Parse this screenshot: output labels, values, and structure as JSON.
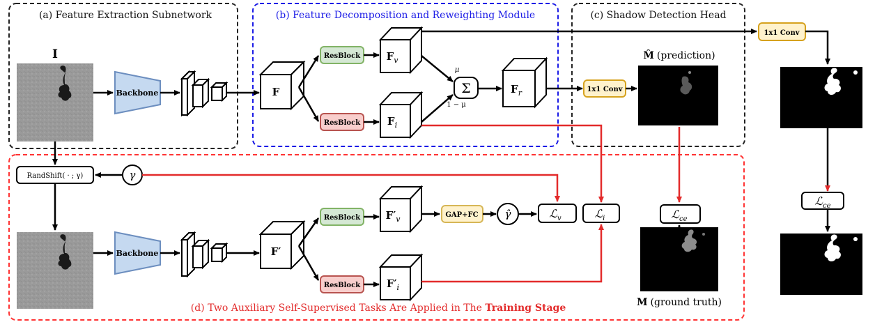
{
  "panels": {
    "a_title": "(a) Feature Extraction Subnetwork",
    "b_title": "(b) Feature Decomposition and Reweighting Module",
    "c_title": "(c) Shadow Detection Head",
    "d_title_prefix": "(d) Two Auxiliary Self-Supervised Tasks Are Applied in The ",
    "d_title_bold": "Training Stage"
  },
  "labels": {
    "input_I": "I",
    "backbone": "Backbone",
    "resblock": "ResBlock",
    "conv1x1": "1x1 Conv",
    "gap_fc": "GAP+FC",
    "randshift": "RandShift( · ; γ)",
    "gamma": "γ",
    "gamma_hat": "γ̂",
    "sum": "Σ",
    "mu": "μ",
    "one_minus_mu": "1 − μ",
    "F": "F",
    "Fv": "F",
    "Fv_sub": "v",
    "Fi": "F",
    "Fi_sub": "i",
    "Fr": "F",
    "Fr_sub": "r",
    "Fp": "F′",
    "Fpv": "F′",
    "Fpv_sub": "v",
    "Fpi": "F′",
    "Fpi_sub": "i",
    "loss_v": "ℒ",
    "loss_v_sub": "v",
    "loss_i": "ℒ",
    "loss_i_sub": "i",
    "loss_ce": "ℒ",
    "loss_ce_sub": "ce",
    "prediction_symbol": "M̂",
    "prediction_text": "(prediction)",
    "gt_symbol": "M",
    "gt_text": "(ground truth)"
  },
  "colors": {
    "black": "#000000",
    "red": "#e32b2b",
    "blue_dash": "#1a1ae6",
    "red_dash": "#ff3333",
    "backbone_fill": "#c5d9f0",
    "backbone_stroke": "#6c8ebf",
    "resblock_green_fill": "#d5e8d4",
    "resblock_green_stroke": "#82b366",
    "resblock_red_fill": "#f8cecc",
    "resblock_red_stroke": "#b85450",
    "conv_fill": "#fff2cc",
    "conv_stroke": "#d6a21e",
    "gapfc_fill": "#fff2cc",
    "gapfc_stroke": "#d6b656"
  }
}
